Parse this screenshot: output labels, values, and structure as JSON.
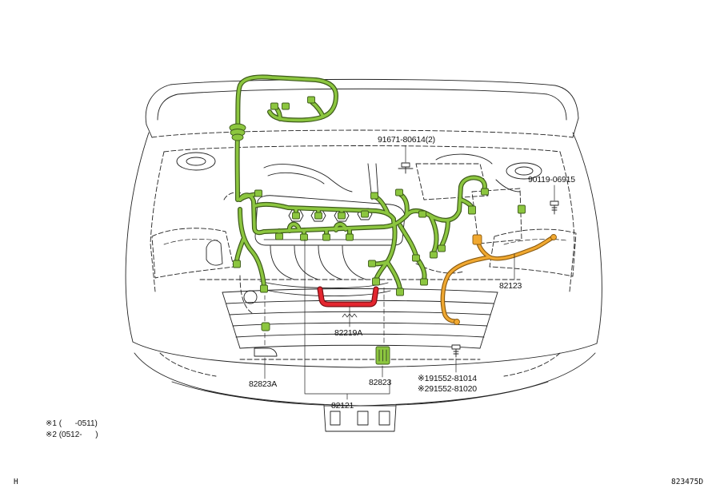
{
  "labels": {
    "part_91671": "91671-80614(2)",
    "part_90119": "90119-06915",
    "part_82123": "82123",
    "part_82219a": "82219A",
    "part_82823a": "82823A",
    "part_82823": "82823",
    "part_91552_1": "※191552-81014",
    "part_91552_2": "※291552-81020",
    "part_82121": "82121"
  },
  "notes": {
    "note_1": "※1 (      -0511)",
    "note_2": "※2 (0512-      )"
  },
  "footer": {
    "corner_mark": "H",
    "diagram_code": "823475D"
  },
  "colors": {
    "harness": "#8cc63f",
    "harness_outline": "#3d5a1a",
    "battery_cable": "#f0a830",
    "battery_cable_outline": "#8a5a10",
    "ignition_part": "#e3262f",
    "ignition_part_outline": "#7a0d12",
    "linework": "#222222"
  }
}
